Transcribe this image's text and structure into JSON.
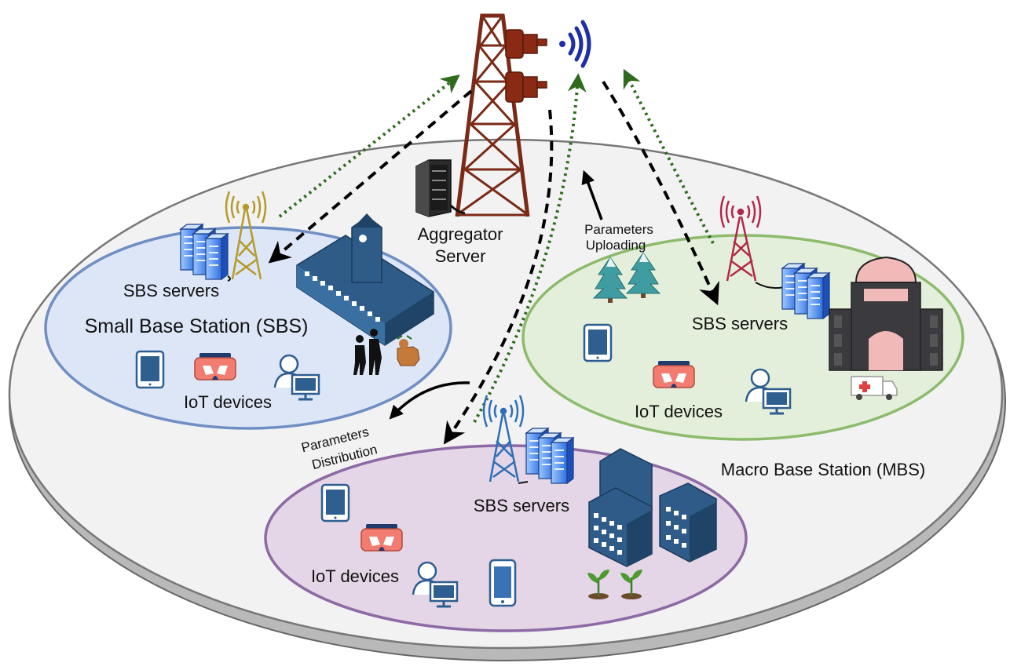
{
  "labels": {
    "aggregator_line1": "Aggregator",
    "aggregator_line2": "Server",
    "uploading_line1": "Parameters",
    "uploading_line2": "Uploading",
    "distribution_line1": "Parameters",
    "distribution_line2": "Distribution",
    "mbs": "Macro Base Station (MBS)",
    "sbs_title": "Small Base Station (SBS)",
    "sbs_servers_left": "SBS servers",
    "sbs_servers_right": "SBS servers",
    "sbs_servers_bottom": "SBS servers",
    "iot_left": "IoT devices",
    "iot_right": "IoT devices",
    "iot_bottom": "IoT devices"
  },
  "icons": {
    "macro_tower": "lattice-tower-icon",
    "wifi": "wifi-signal-icon",
    "aggregator": "server-rack-icon",
    "sbs_tower": "antenna-tower-icon",
    "servers": "server-stack-icon",
    "tablet": "tablet-icon",
    "vr_headset": "vr-headset-icon",
    "user": "user-computer-icon",
    "phone": "smartphone-icon",
    "tree": "tree-icon",
    "plant": "plant-icon",
    "ambulance": "ambulance-icon",
    "buildings": "building-icon",
    "people": "pedestrians-icon",
    "dog": "dog-icon"
  },
  "colors": {
    "tower": "#7a2a16",
    "left_cell": "#6f8fc4",
    "left_fill": "#dce6f7",
    "right_cell": "#8dbb6c",
    "right_fill": "#e3efda",
    "bottom_cell": "#8d6aa5",
    "bottom_fill": "#e4d6e6",
    "mbs_fill": "#f2f2f2",
    "uplink": "#2f6b1f",
    "downlink": "#000000",
    "building": "#2e5b87"
  }
}
